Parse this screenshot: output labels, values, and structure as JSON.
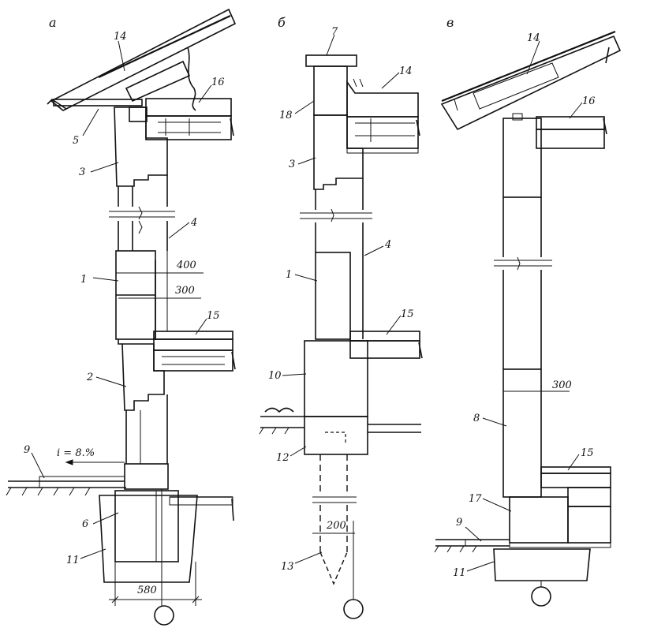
{
  "section_titles": {
    "a": "а",
    "b": "б",
    "v": "в"
  },
  "labels_a": {
    "l14": "14",
    "l16": "16",
    "l5": "5",
    "l3": "3",
    "l4": "4",
    "l400": "400",
    "l1": "1",
    "l300": "300",
    "l15": "15",
    "l2": "2",
    "l9": "9",
    "slope": "i = 8.%",
    "l6": "6",
    "l11": "11",
    "d580": "580"
  },
  "labels_b": {
    "l7": "7",
    "l14": "14",
    "l18": "18",
    "l3": "3",
    "l4": "4",
    "l1": "1",
    "l15": "15",
    "l10": "10",
    "l12": "12",
    "d200": "200",
    "l13": "13"
  },
  "labels_v": {
    "l14": "14",
    "l16": "16",
    "l300": "300",
    "l8": "8",
    "l15": "15",
    "l17": "17",
    "l9": "9",
    "l11": "11"
  }
}
